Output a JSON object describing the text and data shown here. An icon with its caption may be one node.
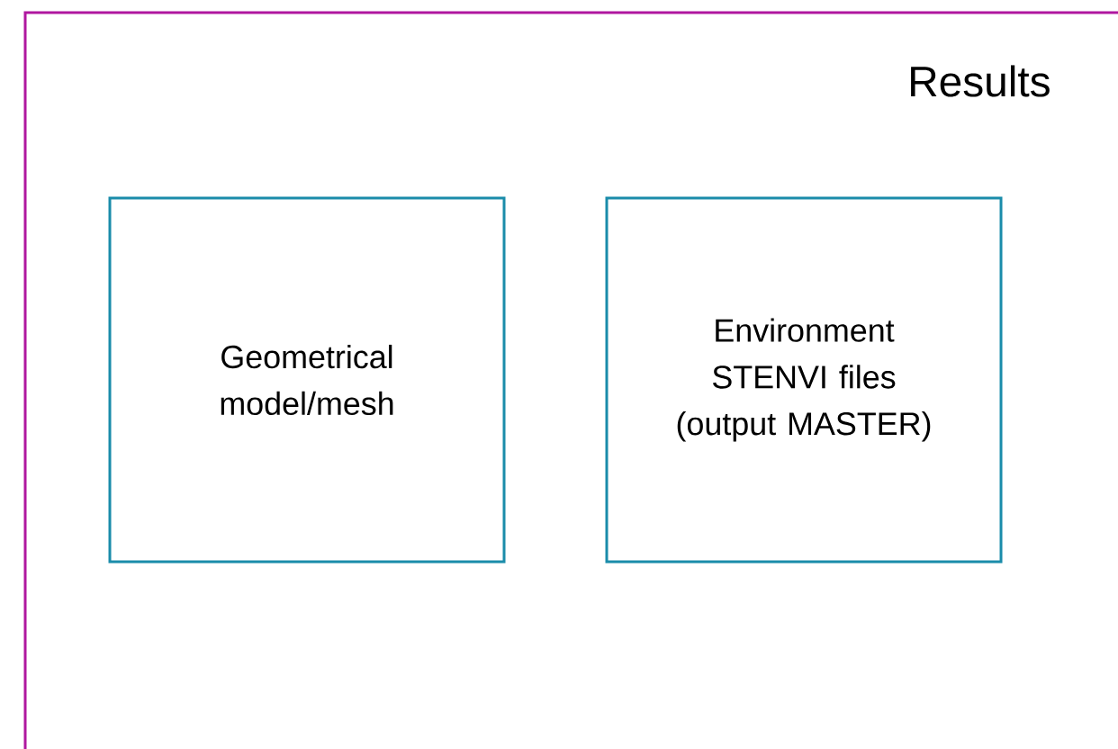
{
  "diagram": {
    "nodes": [
      {
        "text": [
          "Results"
        ]
      },
      {
        "text": [
          "Geometrical model/mesh"
        ],
        "in": 0
      },
      {
        "text": [
          "Environment STENVI files (output MASTER)"
        ],
        "in": 0
      }
    ],
    "edges": []
  }
}
